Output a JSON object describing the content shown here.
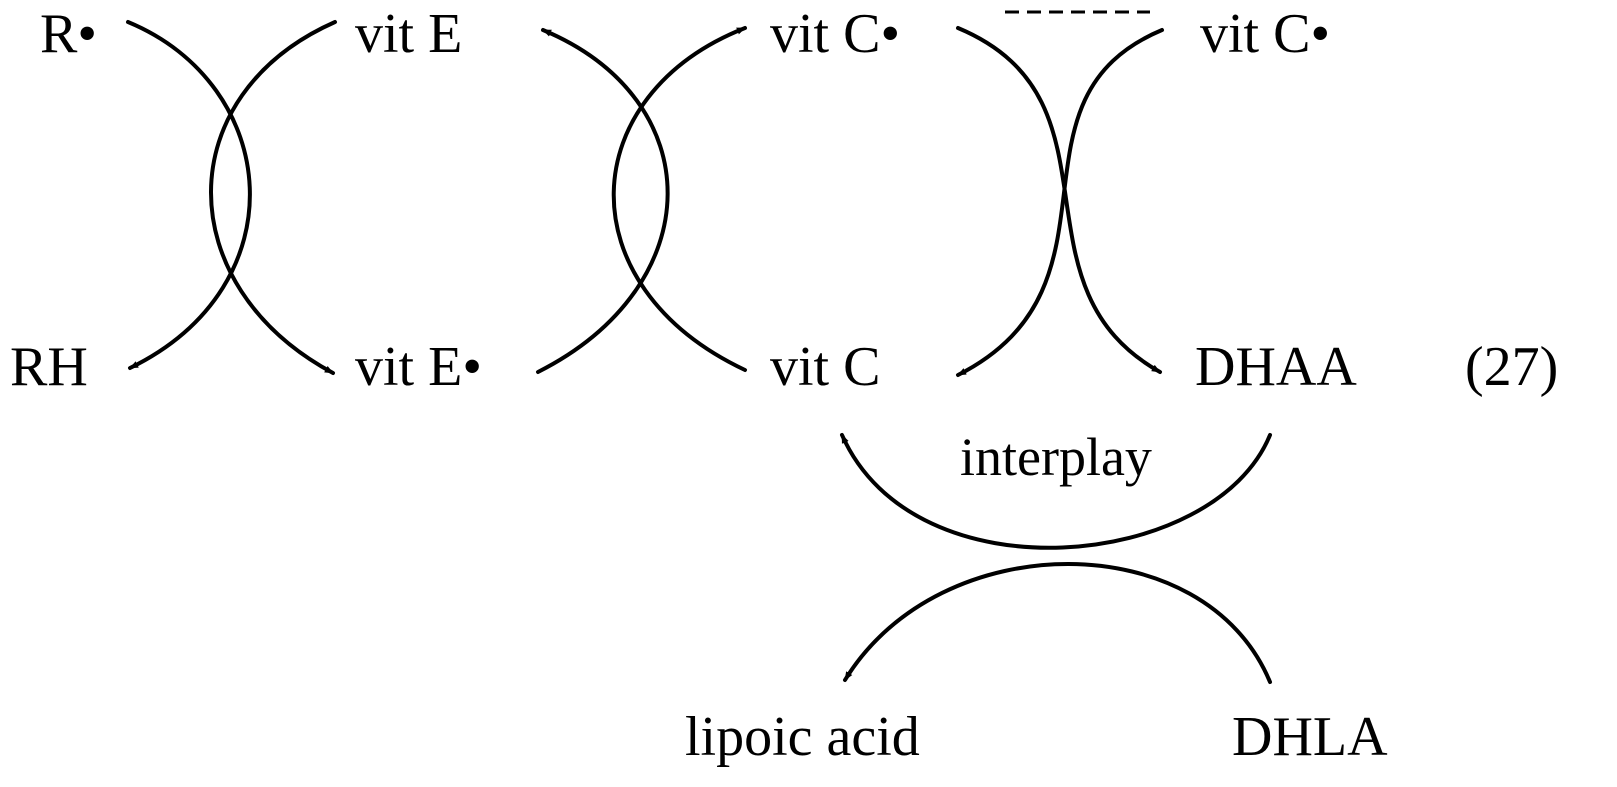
{
  "species": {
    "r_radical": "R•",
    "rh": "RH",
    "vit_e": "vit E",
    "vit_e_radical": "vit E•",
    "vit_c_radical_1": "vit C•",
    "vit_c": "vit C",
    "vit_c_radical_2": "vit C•",
    "dhaa": "DHAA",
    "lipoic_acid": "lipoic acid",
    "dhla": "DHLA"
  },
  "annotations": {
    "interplay": "interplay",
    "equation_number": "(27)"
  },
  "colors": {
    "ink": "#000000",
    "background": "#ffffff"
  }
}
